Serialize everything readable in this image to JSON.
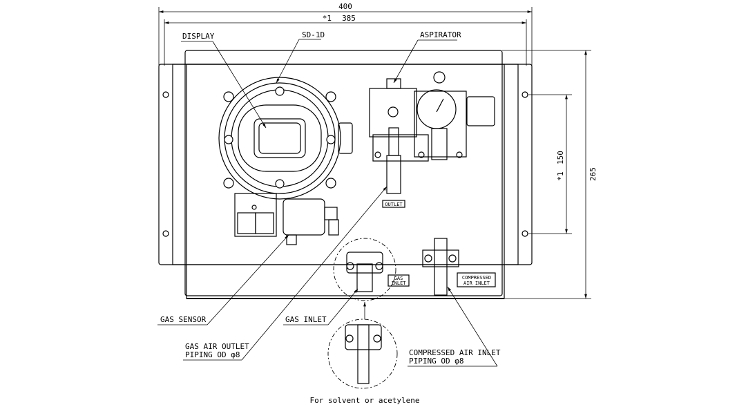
{
  "dimensions": {
    "overall_width": "400",
    "mount_width": "385",
    "mount_mark": "*1",
    "height": "265",
    "mount_height": "150"
  },
  "labels": {
    "display": "DISPLAY",
    "model": "SD-1D",
    "aspirator": "ASPIRATOR",
    "outlet_tag": "OUTLET",
    "gas_inlet_tag_1": "GAS",
    "gas_inlet_tag_2": "INLET",
    "comp_air_tag_1": "COMPRESSED",
    "comp_air_tag_2": "AIR INLET",
    "gas_sensor": "GAS SENSOR",
    "gas_inlet": "GAS INLET",
    "gas_air_outlet_1": "GAS AIR OUTLET",
    "gas_air_outlet_2": "PIPING OD φ8",
    "comp_air_inlet_1": "COMPRESSED AIR INLET",
    "comp_air_inlet_2": "PIPING OD φ8",
    "note": "For solvent or acetylene"
  }
}
